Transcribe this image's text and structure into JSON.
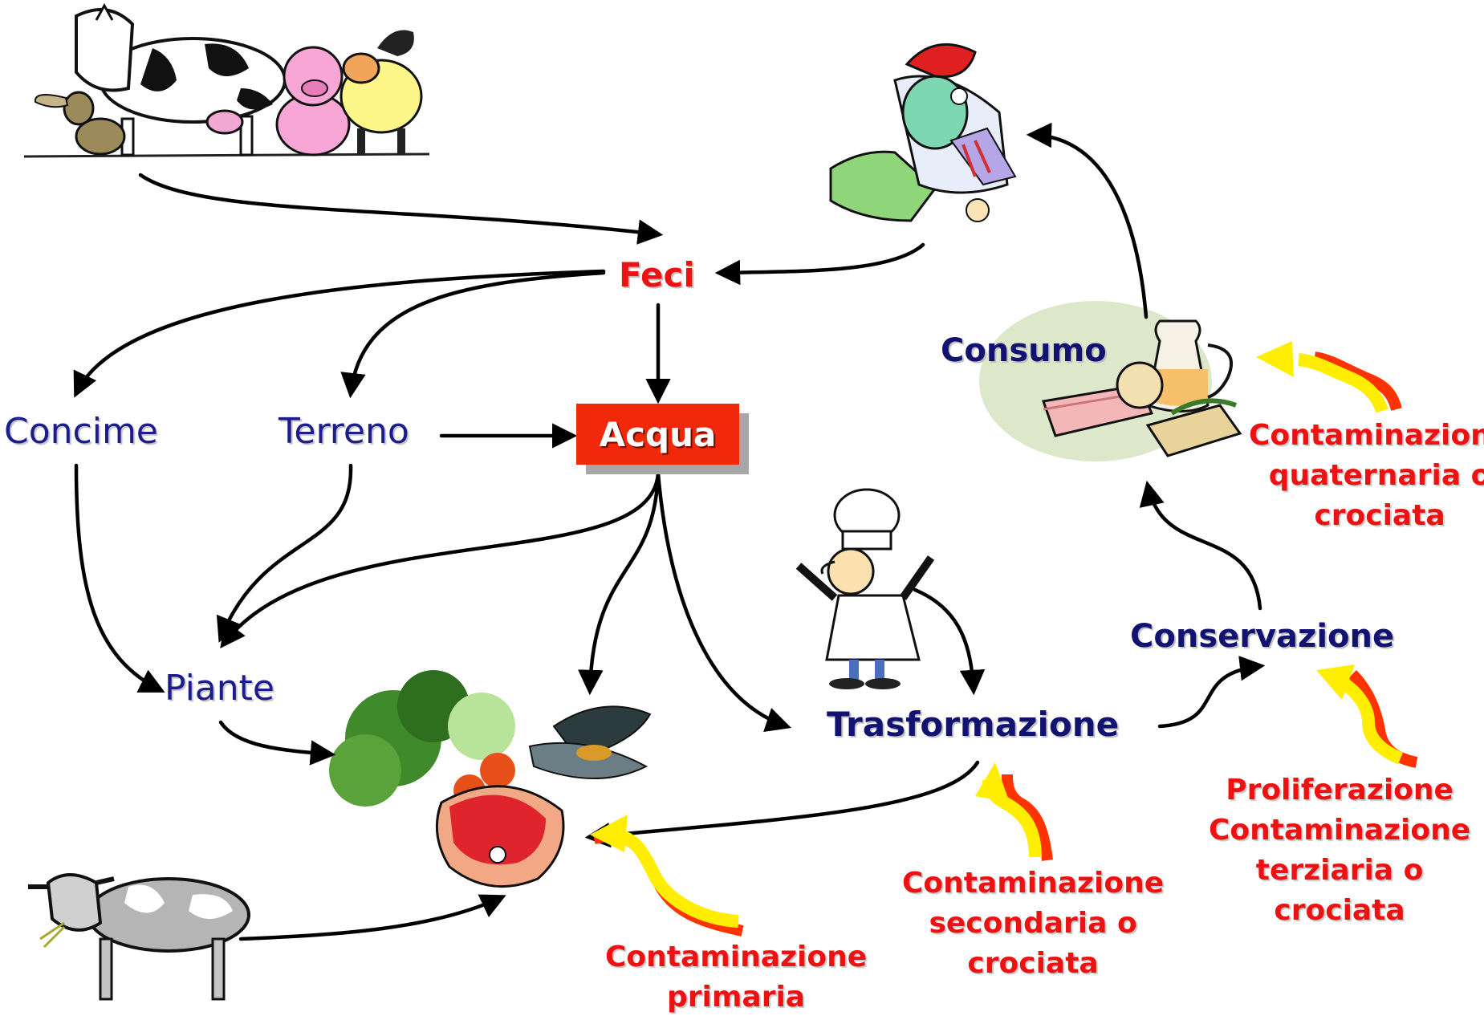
{
  "nodes": {
    "feci": "Feci",
    "acqua": "Acqua",
    "concime": "Concime",
    "terreno": "Terreno",
    "piante": "Piante",
    "trasformazione": "Trasformazione",
    "conservazione": "Conservazione",
    "consumo": "Consumo"
  },
  "contamination_notes": {
    "primaria": [
      "Contaminazione",
      "primaria"
    ],
    "secondaria": [
      "Contaminazione",
      "secondaria o",
      "crociata"
    ],
    "terziaria": [
      "Proliferazione",
      "Contaminazione",
      "terziaria o",
      "crociata"
    ],
    "quaternaria": [
      "Contaminazione",
      "quaternaria o",
      "crociata"
    ]
  },
  "colors": {
    "label_red": "#ee1111",
    "label_navy": "#121270",
    "acqua_box": "#f2280b",
    "arrow_yellow": "#ffee00",
    "arrow_orange": "#ff3300"
  },
  "icons": [
    "farm-animals-icon",
    "sick-person-icon",
    "chef-icon",
    "food-items-icon",
    "provisions-icon",
    "cow-icon"
  ]
}
